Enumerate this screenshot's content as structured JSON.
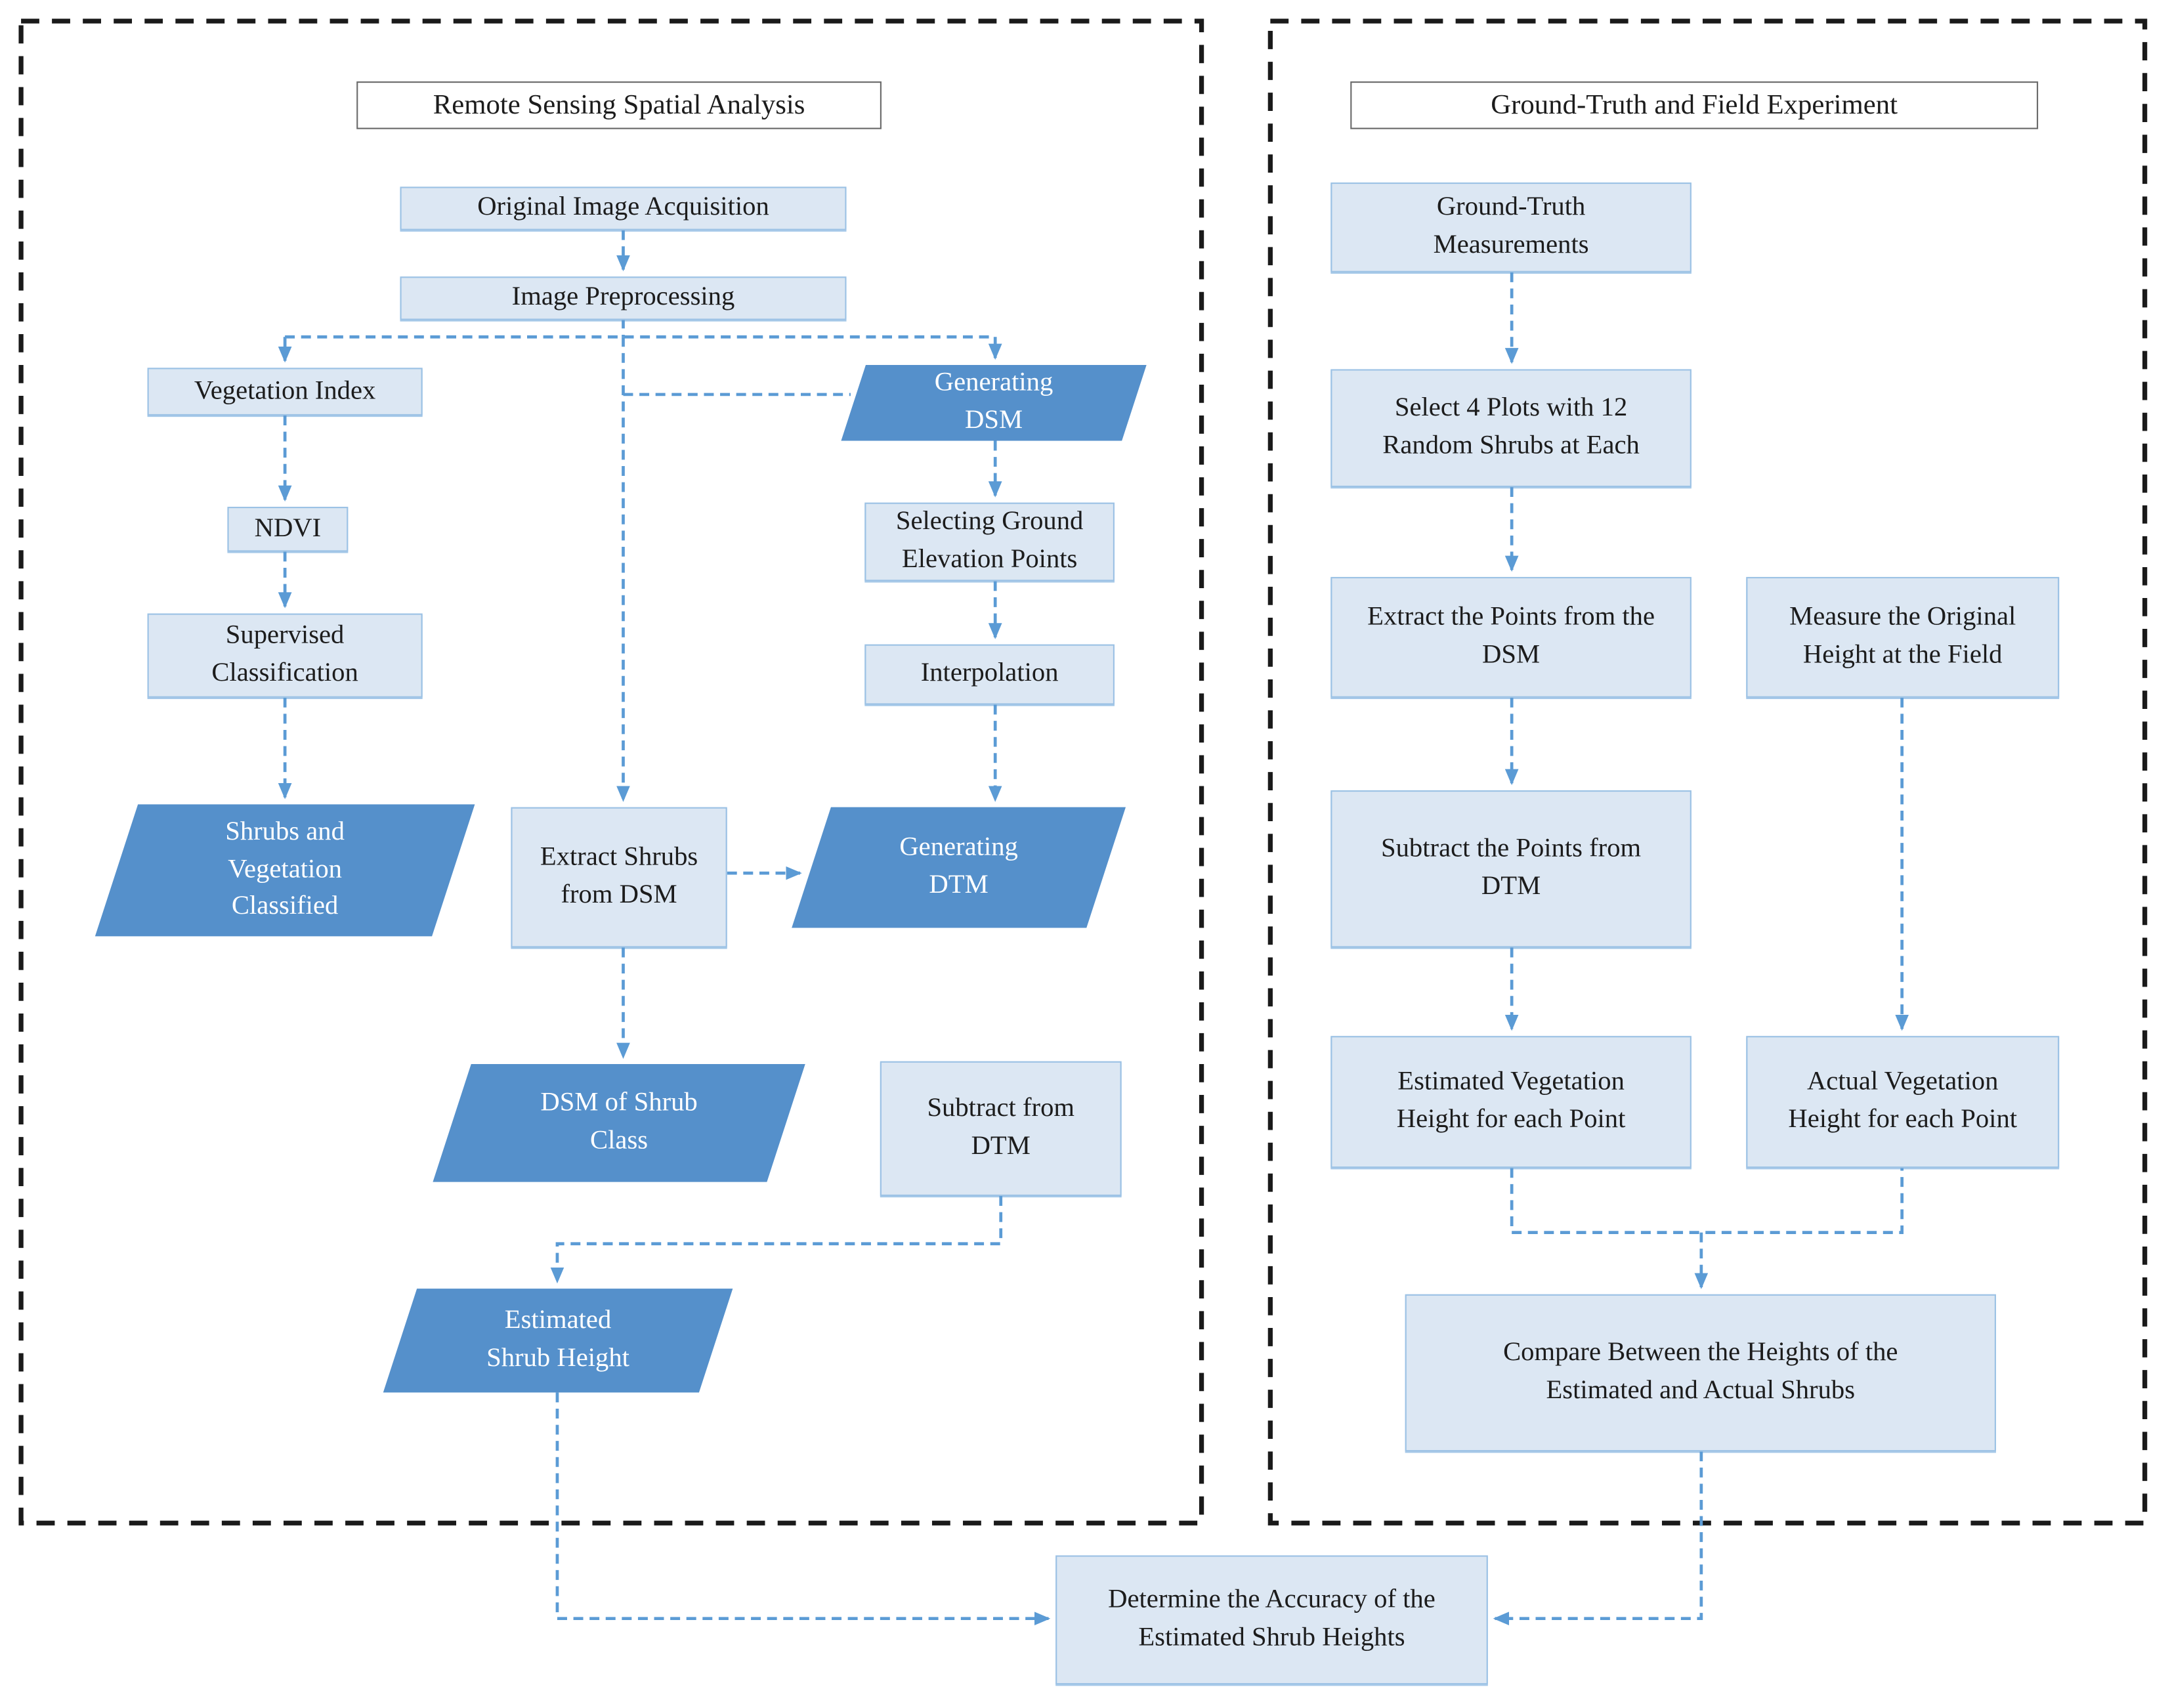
{
  "colors": {
    "connector": "#5b9bd5",
    "node_fill": "#dce7f3",
    "node_border": "#9cc2e5",
    "parallelogram_fill": "#5590cb",
    "panel_border": "#1a1a1a",
    "title_border": "#6b6b6b",
    "text": "#1c1c1c"
  },
  "left_panel": {
    "title": "Remote Sensing Spatial Analysis",
    "nodes": {
      "original_image_acquisition": "Original Image Acquisition",
      "image_preprocessing": "Image Preprocessing",
      "vegetation_index": "Vegetation Index",
      "ndvi": "NDVI",
      "supervised_classification": "Supervised\nClassification",
      "shrubs_vegetation_classified": "Shrubs and\nVegetation\nClassified",
      "generating_dsm": "Generating\nDSM",
      "selecting_ground_elevation_points": "Selecting Ground\nElevation Points",
      "interpolation": "Interpolation",
      "generating_dtm": "Generating\nDTM",
      "extract_shrubs_from_dsm": "Extract Shrubs\nfrom DSM",
      "dsm_of_shrub_class": "DSM of Shrub\nClass",
      "subtract_from_dtm": "Subtract from\nDTM",
      "estimated_shrub_height": "Estimated\nShrub Height"
    }
  },
  "right_panel": {
    "title": "Ground-Truth and Field Experiment",
    "nodes": {
      "ground_truth_measurements": "Ground-Truth\nMeasurements",
      "select_4_plots": "Select 4 Plots with 12\nRandom Shrubs at Each",
      "extract_points_from_dsm": "Extract the Points from the\nDSM",
      "measure_original_height": "Measure the Original\nHeight at the Field",
      "subtract_points_from_dtm": "Subtract the Points from\nDTM",
      "estimated_vegetation_height": "Estimated Vegetation\nHeight for each Point",
      "actual_vegetation_height": "Actual Vegetation\nHeight for each Point",
      "compare_heights": "Compare Between the Heights of the\nEstimated and Actual Shrubs"
    }
  },
  "footer": {
    "determine_accuracy": "Determine the Accuracy of the\nEstimated Shrub Heights"
  }
}
